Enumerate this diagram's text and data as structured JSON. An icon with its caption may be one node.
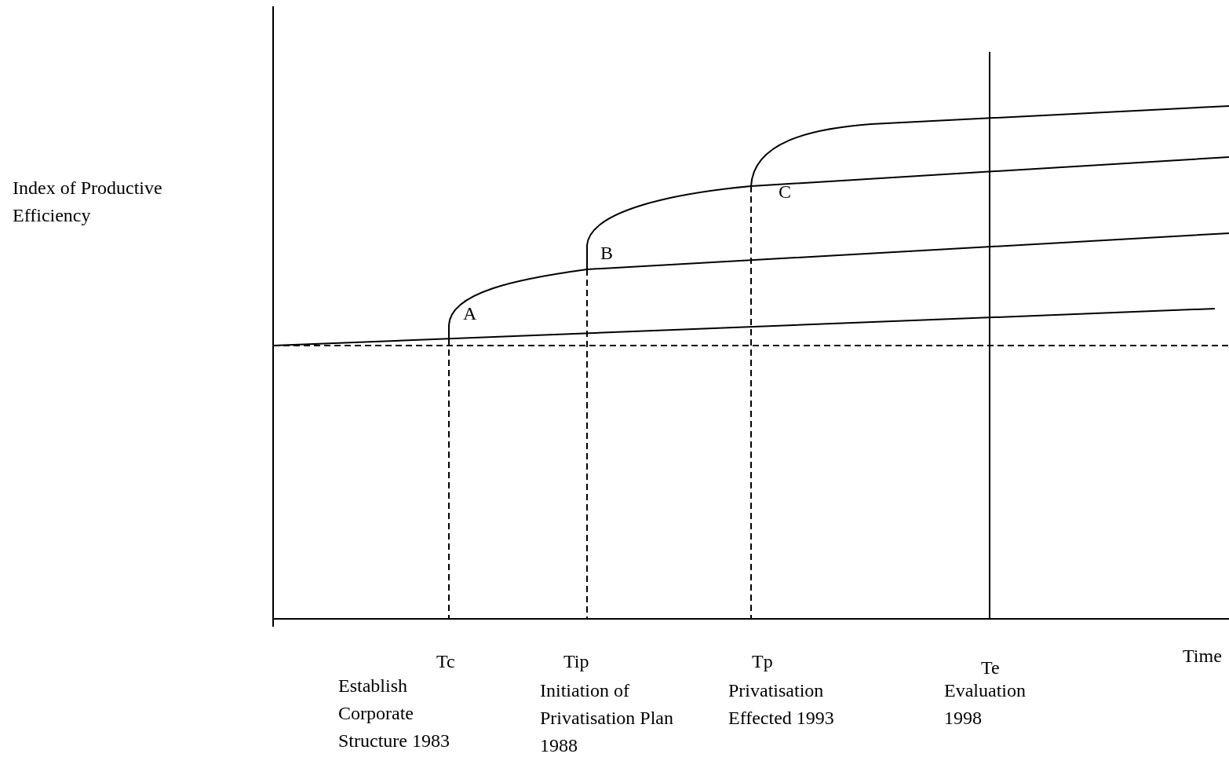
{
  "diagram": {
    "labels": [
      "Index of Productive Efficiency",
      "C",
      "B",
      "A",
      "Tc",
      "Tip",
      "Tp",
      "Te",
      "Time",
      "Establish Corporate Structure 1983",
      "Initiation of Privatisation Plan 1988",
      "Privatisation Effected 1993",
      "Evaluation 1998"
    ]
  }
}
